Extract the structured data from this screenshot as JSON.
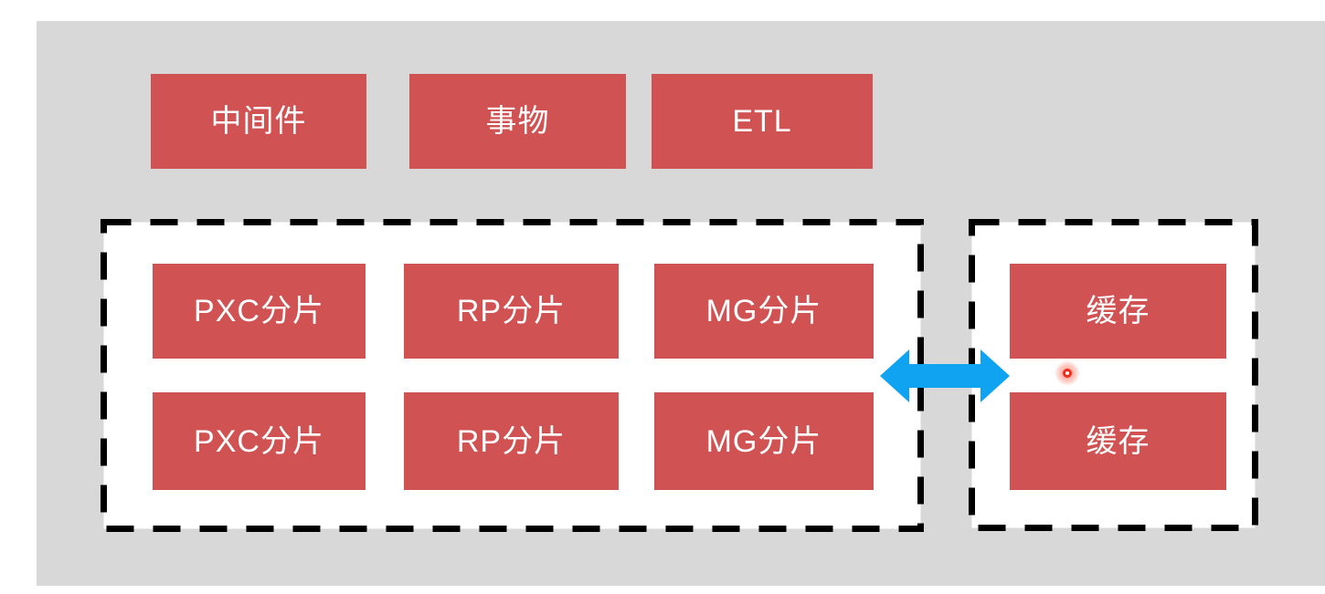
{
  "diagram": {
    "kind": "database-sharding-architecture",
    "colors": {
      "canvas_bg": "#d8d8d8",
      "node_red": "#d15252",
      "node_text": "#ffffff",
      "dashed_border": "#000000",
      "container_bg": "#ffffff",
      "arrow_blue": "#0fa3f2",
      "pointer_red": "#f22c18"
    },
    "top_row": [
      {
        "label": "中间件"
      },
      {
        "label": "事物"
      },
      {
        "label": "ETL"
      }
    ],
    "shard_cluster": {
      "rows": [
        {
          "c1": "PXC分片",
          "c2": "RP分片",
          "c3": "MG分片"
        },
        {
          "c1": "PXC分片",
          "c2": "RP分片",
          "c3": "MG分片"
        }
      ]
    },
    "cache_cluster": {
      "boxes": [
        {
          "label": "缓存"
        },
        {
          "label": "缓存"
        }
      ]
    },
    "arrow": {
      "type": "double-headed-horizontal"
    },
    "pointer": {
      "type": "laser-dot"
    }
  }
}
